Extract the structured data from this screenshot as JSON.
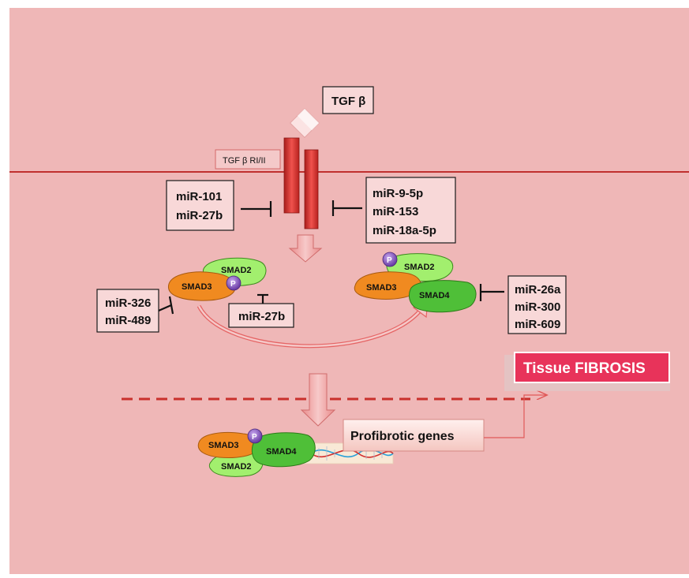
{
  "ligand": {
    "label": "TGF β"
  },
  "receptor": {
    "label": "TGF β RI/II"
  },
  "inhibitors": {
    "receptor_left": [
      "miR-101",
      "miR-27b"
    ],
    "receptor_right": [
      "miR-9-5p",
      "miR-153",
      "miR-18a-5p"
    ],
    "smad3": [
      "miR-326",
      "miR-489"
    ],
    "smad2_phos": [
      "miR-27b"
    ],
    "smad4": [
      "miR-26a",
      "miR-300",
      "miR-609"
    ]
  },
  "smads": {
    "smad2": "SMAD2",
    "smad3": "SMAD3",
    "smad4": "SMAD4",
    "phospho": "P"
  },
  "outputs": {
    "genes": "Profibrotic genes",
    "fibrosis": "Tissue FIBROSIS"
  },
  "colors": {
    "background": "#efb7b7",
    "membrane": "#c0302f",
    "receptor": "#d9302c",
    "smad2": "#9bea6a",
    "smad3": "#f08a20",
    "smad4": "#4fbf38",
    "phospho": "#7d4fb8",
    "fibrosis_box": "#e8335a"
  }
}
